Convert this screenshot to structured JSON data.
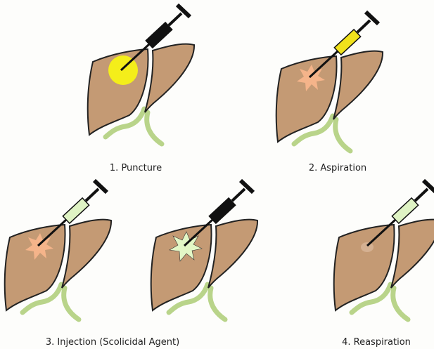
{
  "labels": {
    "step1": "1. Puncture",
    "step2": "2. Aspiration",
    "step3": "3. Injection (Scolicidal Agent)",
    "step4": "4. Reaspiration"
  },
  "colors": {
    "liver": "#c49a74",
    "stem": "#b9d48a",
    "puncture_spot": "#f4ee1a",
    "cyst": "#f5b48a",
    "injected_cyst": "#e3f7c6",
    "syringe_black": "#111111",
    "syringe_yellow": "#f1e21c",
    "syringe_green": "#dff3c4"
  }
}
